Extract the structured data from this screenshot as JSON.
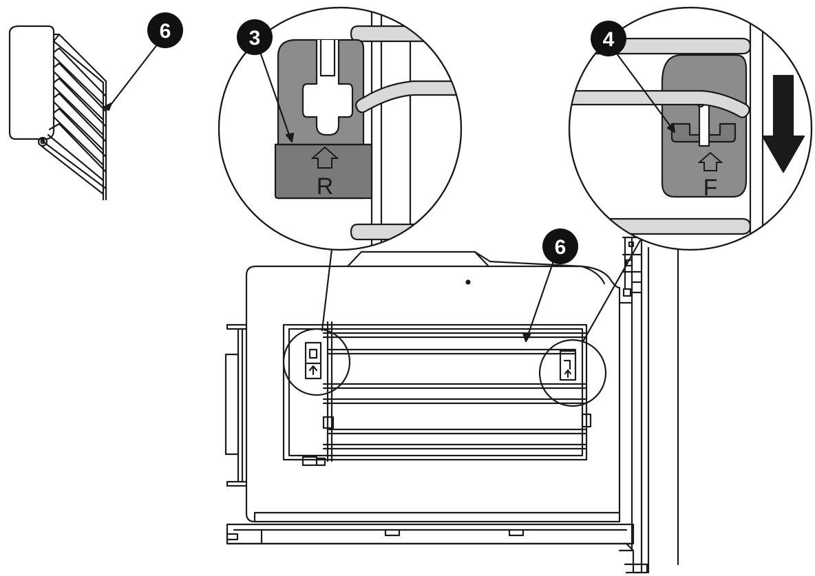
{
  "callouts": {
    "rack_side": "6",
    "rear_bracket": "3",
    "front_bracket": "4",
    "rack_installed": "6"
  },
  "brackets": {
    "rear_letter": "R",
    "front_letter": "F"
  },
  "colors": {
    "line": "#1a1a1a",
    "bracket_fill": "#8c8c8c",
    "bracket_tab": "#7a7a7a",
    "rod_fill": "#d9d9d9",
    "badge": "#111111",
    "background": "#ffffff"
  },
  "icons": {
    "arrow": "arrow-down-icon",
    "bracket_arrow": "arrow-up-icon"
  }
}
